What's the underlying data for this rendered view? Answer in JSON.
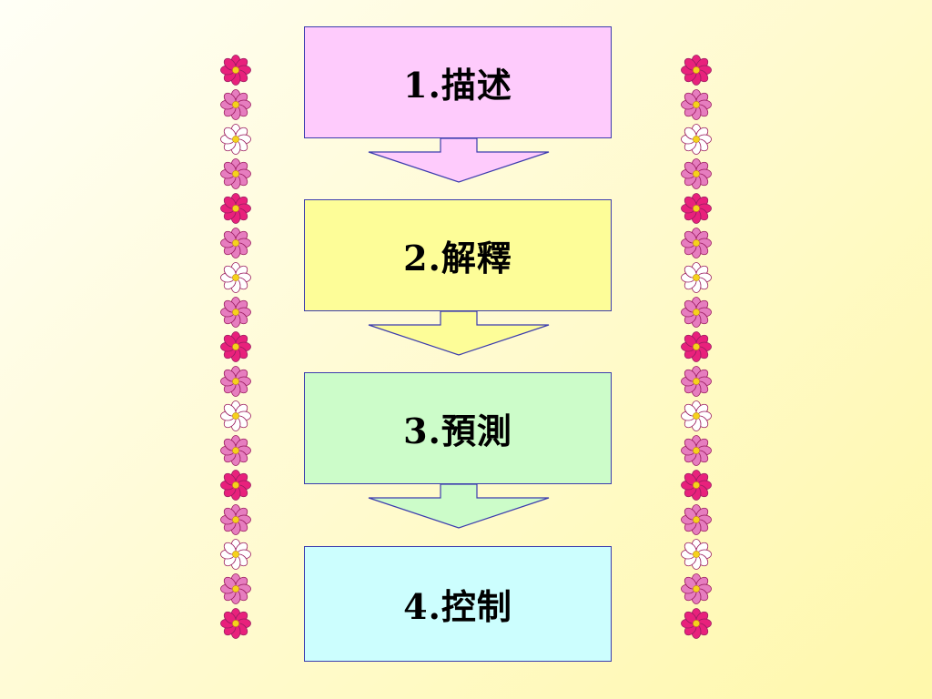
{
  "diagram": {
    "steps": [
      {
        "label": "1.描述",
        "color": "#fecbfc"
      },
      {
        "label": "2.解釋",
        "color": "#fdfd98"
      },
      {
        "label": "3.預測",
        "color": "#ccfcc9"
      },
      {
        "label": "4.控制",
        "color": "#ccfefe"
      }
    ],
    "arrows": [
      {
        "color": "#fecbfc"
      },
      {
        "color": "#fdfd98"
      },
      {
        "color": "#ccfcc9"
      }
    ]
  },
  "decoration": {
    "flower_colors": {
      "magenta": "#e8217c",
      "pink": "#e67dbf",
      "white": "#ffffff",
      "center": "#f5d21c",
      "outline": "#9b1d60"
    },
    "column_pattern": [
      "magenta",
      "pink",
      "white",
      "pink",
      "magenta",
      "pink",
      "white",
      "pink",
      "magenta",
      "pink",
      "white",
      "pink",
      "magenta",
      "pink",
      "white",
      "pink",
      "magenta"
    ]
  }
}
